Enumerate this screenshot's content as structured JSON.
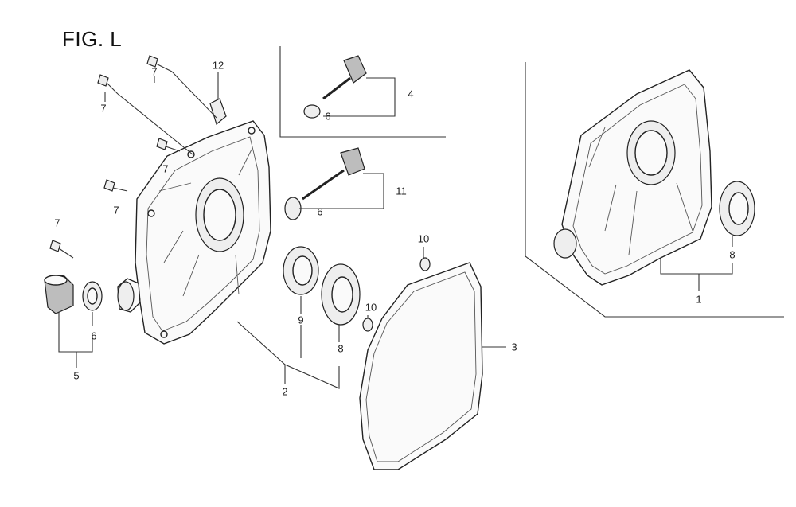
{
  "figure": {
    "title": "FIG. L"
  },
  "callouts": {
    "c1": "1",
    "c2": "2",
    "c3": "3",
    "c4": "4",
    "c5": "5",
    "c6a": "6",
    "c6b": "6",
    "c6c": "6",
    "c7a": "7",
    "c7b": "7",
    "c7c": "7",
    "c7d": "7",
    "c7e": "7",
    "c8a": "8",
    "c8b": "8",
    "c9": "9",
    "c10a": "10",
    "c10b": "10",
    "c11": "11",
    "c12": "12"
  }
}
